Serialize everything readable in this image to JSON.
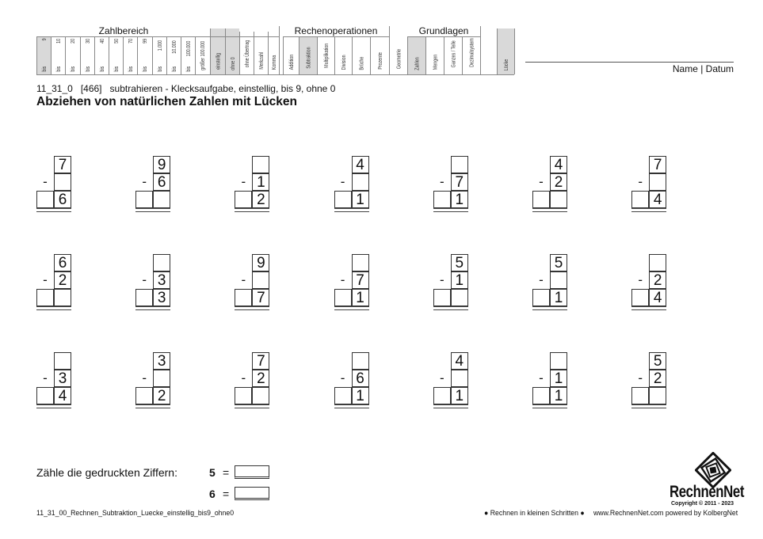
{
  "header": {
    "groups": {
      "zahlbereich": "Zahlbereich",
      "rechenoperationen": "Rechenoperationen",
      "grundlagen": "Grundlagen"
    },
    "zahlbereich_columns": [
      {
        "top": "9",
        "bottom": "bis",
        "selected": true
      },
      {
        "top": "10",
        "bottom": "bis",
        "selected": false
      },
      {
        "top": "20",
        "bottom": "bis",
        "selected": false
      },
      {
        "top": "30",
        "bottom": "bis",
        "selected": false
      },
      {
        "top": "40",
        "bottom": "bis",
        "selected": false
      },
      {
        "top": "50",
        "bottom": "bis",
        "selected": false
      },
      {
        "top": "70",
        "bottom": "bis",
        "selected": false
      },
      {
        "top": "99",
        "bottom": "bis",
        "selected": false
      },
      {
        "top": "1.000",
        "bottom": "bis",
        "selected": false
      },
      {
        "top": "10.000",
        "bottom": "bis",
        "selected": false
      },
      {
        "top": "100.000",
        "bottom": "bis",
        "selected": false
      },
      {
        "top": "größer 100.000",
        "bottom": "",
        "selected": false
      }
    ],
    "option_columns": [
      {
        "label": "einstellig",
        "selected": true
      },
      {
        "label": "ohne 0",
        "selected": true
      },
      {
        "label": "ohne Übertrag",
        "selected": false
      },
      {
        "label": "Merkzahl",
        "selected": false
      },
      {
        "label": "Komma",
        "selected": false
      }
    ],
    "operation_columns": [
      {
        "label": "Addition",
        "selected": false
      },
      {
        "label": "Subtraktion",
        "selected": true
      },
      {
        "label": "Multiplikation",
        "selected": false
      },
      {
        "label": "Division",
        "selected": false
      },
      {
        "label": "Brüche",
        "selected": false
      },
      {
        "label": "Prozente",
        "selected": false
      }
    ],
    "geometrie": {
      "label": "Geometrie",
      "selected": false
    },
    "grundlagen_columns": [
      {
        "label": "Zahlen",
        "selected": true
      },
      {
        "label": "Mengen",
        "selected": false
      },
      {
        "label": "Ganzes / Teile",
        "selected": false
      },
      {
        "label": "Dezimalsystem",
        "selected": false
      }
    ],
    "luecke": {
      "label": "Lücke",
      "selected": true
    },
    "name_datum": "Name | Datum"
  },
  "worksheet": {
    "code_line": "11_31_0   [466]   subtrahieren - Klecksaufgabe, einstellig, bis 9, ohne 0",
    "title": "Abziehen von natürlichen Zahlen mit Lücken",
    "operator": "-",
    "problems": [
      [
        {
          "top": "7",
          "sub": "",
          "result": "6"
        },
        {
          "top": "9",
          "sub": "6",
          "result": ""
        },
        {
          "top": "",
          "sub": "1",
          "result": "2"
        },
        {
          "top": "4",
          "sub": "",
          "result": "1"
        },
        {
          "top": "",
          "sub": "7",
          "result": "1"
        },
        {
          "top": "4",
          "sub": "2",
          "result": ""
        },
        {
          "top": "7",
          "sub": "",
          "result": "4"
        }
      ],
      [
        {
          "top": "6",
          "sub": "2",
          "result": ""
        },
        {
          "top": "",
          "sub": "3",
          "result": "3"
        },
        {
          "top": "9",
          "sub": "",
          "result": "7"
        },
        {
          "top": "",
          "sub": "7",
          "result": "1"
        },
        {
          "top": "5",
          "sub": "1",
          "result": ""
        },
        {
          "top": "5",
          "sub": "",
          "result": "1"
        },
        {
          "top": "",
          "sub": "2",
          "result": "4"
        }
      ],
      [
        {
          "top": "",
          "sub": "3",
          "result": "4"
        },
        {
          "top": "3",
          "sub": "",
          "result": "2"
        },
        {
          "top": "7",
          "sub": "2",
          "result": ""
        },
        {
          "top": "",
          "sub": "6",
          "result": "1"
        },
        {
          "top": "4",
          "sub": "",
          "result": "1"
        },
        {
          "top": "",
          "sub": "1",
          "result": "1"
        },
        {
          "top": "5",
          "sub": "2",
          "result": ""
        }
      ]
    ],
    "count_label": "Zähle die gedruckten Ziffern:",
    "counts": [
      {
        "digit": "5",
        "eq": "=",
        "value": ""
      },
      {
        "digit": "6",
        "eq": "=",
        "value": ""
      }
    ]
  },
  "footer": {
    "filename": "11_31_00_Rechnen_Subtraktion_Luecke_einstellig_bis9_ohne0",
    "slogan": "● Rechnen in kleinen Schritten ●",
    "credit": "www.RechnenNet.com powered by KolbergNet",
    "logo_text": "RechnenNet",
    "copyright": "Copyright © 2011 - 2023"
  }
}
